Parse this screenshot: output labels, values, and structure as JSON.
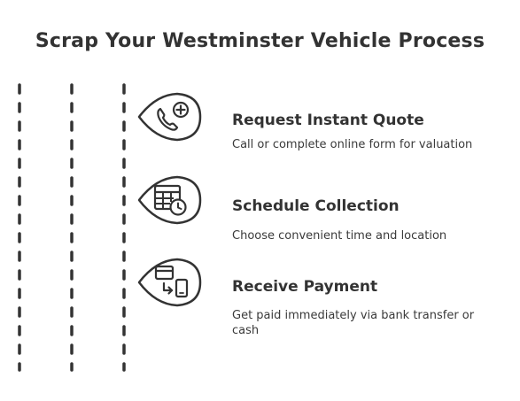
{
  "title": "Scrap Your Westminster Vehicle Process",
  "steps": [
    {
      "heading": "Request Instant Quote",
      "description": "Call or complete online form for valuation",
      "icon": "phone-plus-icon"
    },
    {
      "heading": "Schedule Collection",
      "description": "Choose convenient time and location",
      "icon": "calendar-clock-icon"
    },
    {
      "heading": "Receive Payment",
      "description": "Get paid immediately via bank transfer or cash",
      "icon": "card-to-phone-icon"
    }
  ],
  "colors": {
    "stroke": "#333333",
    "text": "#333333"
  }
}
